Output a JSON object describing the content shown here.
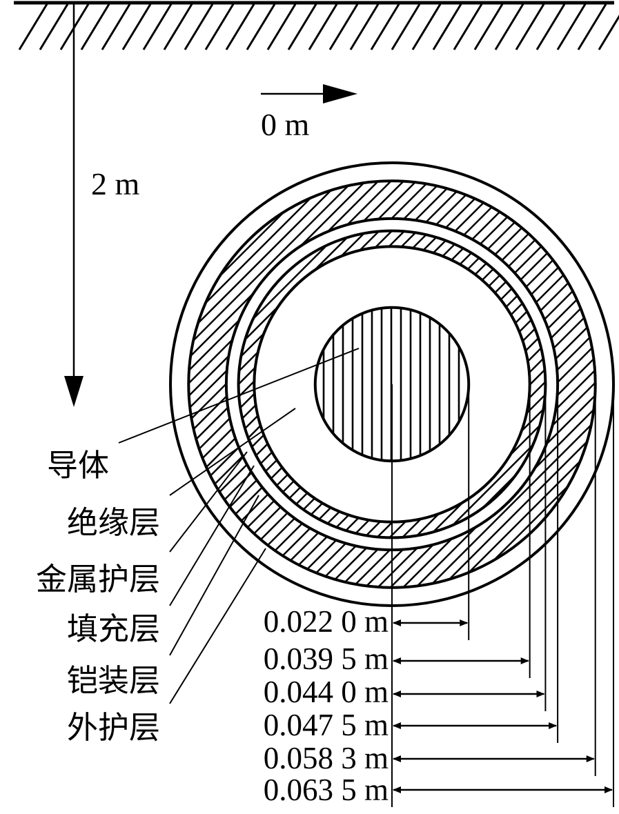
{
  "labels": {
    "horizontal_ref": "0 m",
    "depth": "2 m"
  },
  "layers": [
    {
      "name": "导体",
      "radius_label": "0.022 0 m",
      "radius_m": 0.022,
      "pattern": "vertical"
    },
    {
      "name": "绝缘层",
      "radius_label": "0.039 5 m",
      "radius_m": 0.0395,
      "pattern": "none"
    },
    {
      "name": "金属护层",
      "radius_label": "0.044 0 m",
      "radius_m": 0.044,
      "pattern": "hatch"
    },
    {
      "name": "填充层",
      "radius_label": "0.047 5 m",
      "radius_m": 0.0475,
      "pattern": "none"
    },
    {
      "name": "铠装层",
      "radius_label": "0.058 3 m",
      "radius_m": 0.0583,
      "pattern": "hatch"
    },
    {
      "name": "外护层",
      "radius_label": "0.063 5 m",
      "radius_m": 0.0635,
      "pattern": "none"
    }
  ],
  "colors": {
    "ink": "#000000",
    "background": "#ffffff"
  }
}
